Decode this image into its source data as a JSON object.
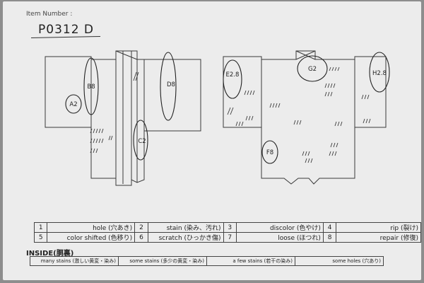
{
  "item": {
    "label": "Item Number :",
    "number": "P0312  D"
  },
  "front_marks": [
    "A2",
    "B8",
    "D8",
    "C2"
  ],
  "back_marks": [
    "E2.8",
    "G2",
    "H2.8",
    "F8"
  ],
  "legend": [
    [
      {
        "num": "1",
        "text": "hole (穴あき)"
      },
      {
        "num": "2",
        "text": "stain (染み、汚れ)"
      },
      {
        "num": "3",
        "text": "discolor (色やけ)"
      },
      {
        "num": "4",
        "text": "rip (裂け)"
      }
    ],
    [
      {
        "num": "5",
        "text": "color shifted (色移り)"
      },
      {
        "num": "6",
        "text": "scratch (ひっかき傷)"
      },
      {
        "num": "7",
        "text": "loose (ほつれ)"
      },
      {
        "num": "8",
        "text": "repair (修復)"
      }
    ]
  ],
  "inside": {
    "title": "INSIDE(胴裏)",
    "items": [
      "many stains (激しい黄変・染み)",
      "some stains (多少の黄変・染み)",
      "a few stains (若干の染み)",
      "some holes (穴あり)"
    ]
  }
}
